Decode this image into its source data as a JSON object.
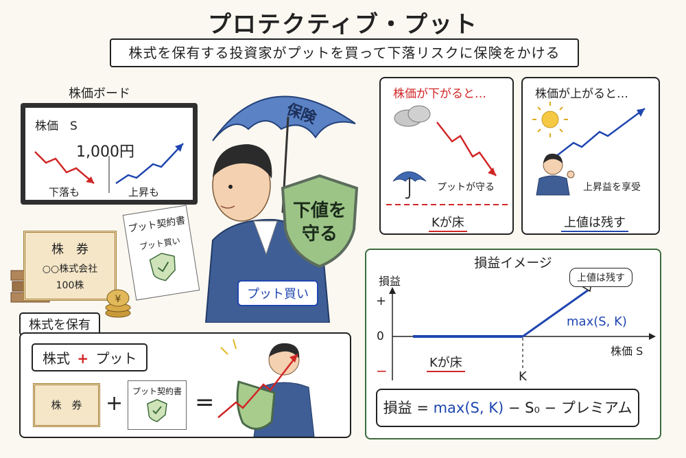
{
  "title": "プロテクティブ・プット",
  "subtitle": "株式を保有する投資家がプットを買って下落リスクに保険をかける",
  "board": {
    "label": "株価ボード",
    "price_label": "株価　S",
    "price_value": "1,000円",
    "down_label": "下落も",
    "up_label": "上昇も"
  },
  "certificate": {
    "title": "株　券",
    "company": "○○株式会社",
    "shares": "100株",
    "caption": "株式を保有"
  },
  "contract": {
    "title": "プット契約書",
    "line": "プット買い"
  },
  "umbrella_label": "保険",
  "shield_text": "下値を守る",
  "put_buy_label": "プット買い",
  "panel_down": {
    "title": "株価が下がると…",
    "protect_text": "プットが守る",
    "caption": "Kが床"
  },
  "panel_up": {
    "title": "株価が上がると…",
    "enjoy_text": "上昇益を享受",
    "caption": "上値は残す"
  },
  "combo": {
    "title_stock": "株式",
    "title_plus": "+",
    "title_put": "プット",
    "stock_card": "株　券",
    "put_card": "プット契約書",
    "plus": "+",
    "equals": "="
  },
  "payoff": {
    "title": "損益イメージ",
    "y_label": "損益",
    "y_plus": "+",
    "y_zero": "0",
    "y_minus": "−",
    "x_label": "株価 S",
    "k_label": "K",
    "floor_label": "Kが床",
    "upside_callout": "上値は残す",
    "curve_label": "max(S, K)",
    "formula_prefix": "損益 = ",
    "formula_max": "max(S, K)",
    "formula_suffix": " − S₀ − プレミアム"
  },
  "colors": {
    "red": "#d02626",
    "blue": "#1f46b0",
    "green_frame": "#3d6b3d"
  }
}
